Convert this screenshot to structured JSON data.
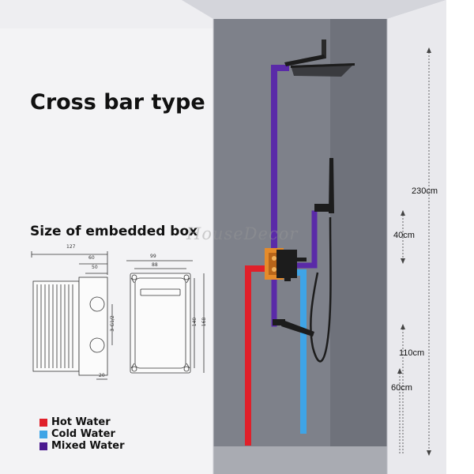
{
  "title": "Cross bar type",
  "embedded_box": {
    "title": "Size of embedded box",
    "dims": {
      "width_127": "127",
      "width_60": "60",
      "width_50": "50",
      "width_99": "99",
      "width_88": "88",
      "height_140": "140",
      "height_168": "168",
      "thread": "3-G1/2",
      "depth_20": "20"
    }
  },
  "watermark": "HouseDecor",
  "heights": {
    "total": "230cm",
    "head_to_valve": "40cm",
    "valve": "110cm",
    "spout": "60cm"
  },
  "legend": [
    {
      "label": "Hot Water",
      "color": "#e0202a"
    },
    {
      "label": "Cold Water",
      "color": "#3fa4e6"
    },
    {
      "label": "Mixed Water",
      "color": "#4b1a8f"
    }
  ],
  "colors": {
    "hot": "#e0202a",
    "cold": "#3fa4e6",
    "mixed": "#5a2aa8",
    "box": "#e58b2a",
    "fixture": "#1c1c1c"
  }
}
